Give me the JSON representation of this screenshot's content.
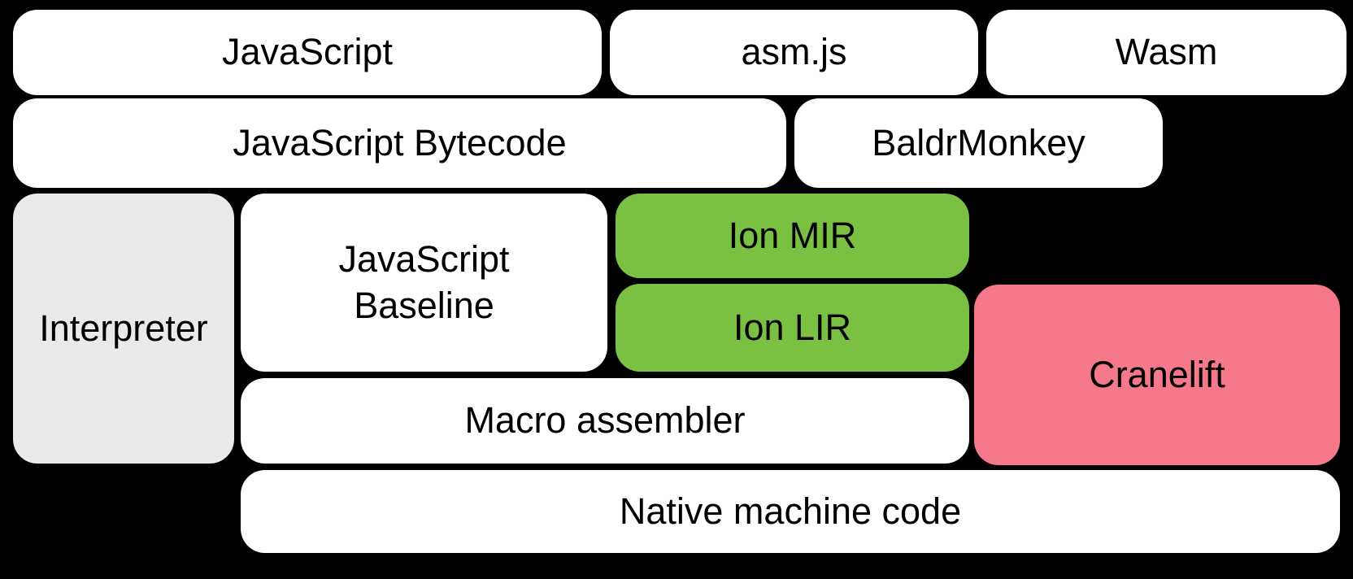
{
  "diagram": {
    "description": "Compiler pipeline block diagram on black background",
    "background_color": "#000000",
    "text_color": "#000000",
    "colors": {
      "default_box": "#ffffff",
      "interpreter_box": "#eaeaea",
      "ion_box": "#7ac143",
      "cranelift_box": "#f5798b"
    },
    "nodes": {
      "javascript": "JavaScript",
      "asmjs": "asm.js",
      "wasm": "Wasm",
      "javascript_bytecode": "JavaScript Bytecode",
      "baldrmonkey": "BaldrMonkey",
      "interpreter": "Interpreter",
      "javascript_baseline": "JavaScript Baseline",
      "ion_mir": "Ion MIR",
      "ion_lir": "Ion LIR",
      "cranelift": "Cranelift",
      "macro_assembler": "Macro assembler",
      "native_machine_code": "Native machine code"
    }
  }
}
